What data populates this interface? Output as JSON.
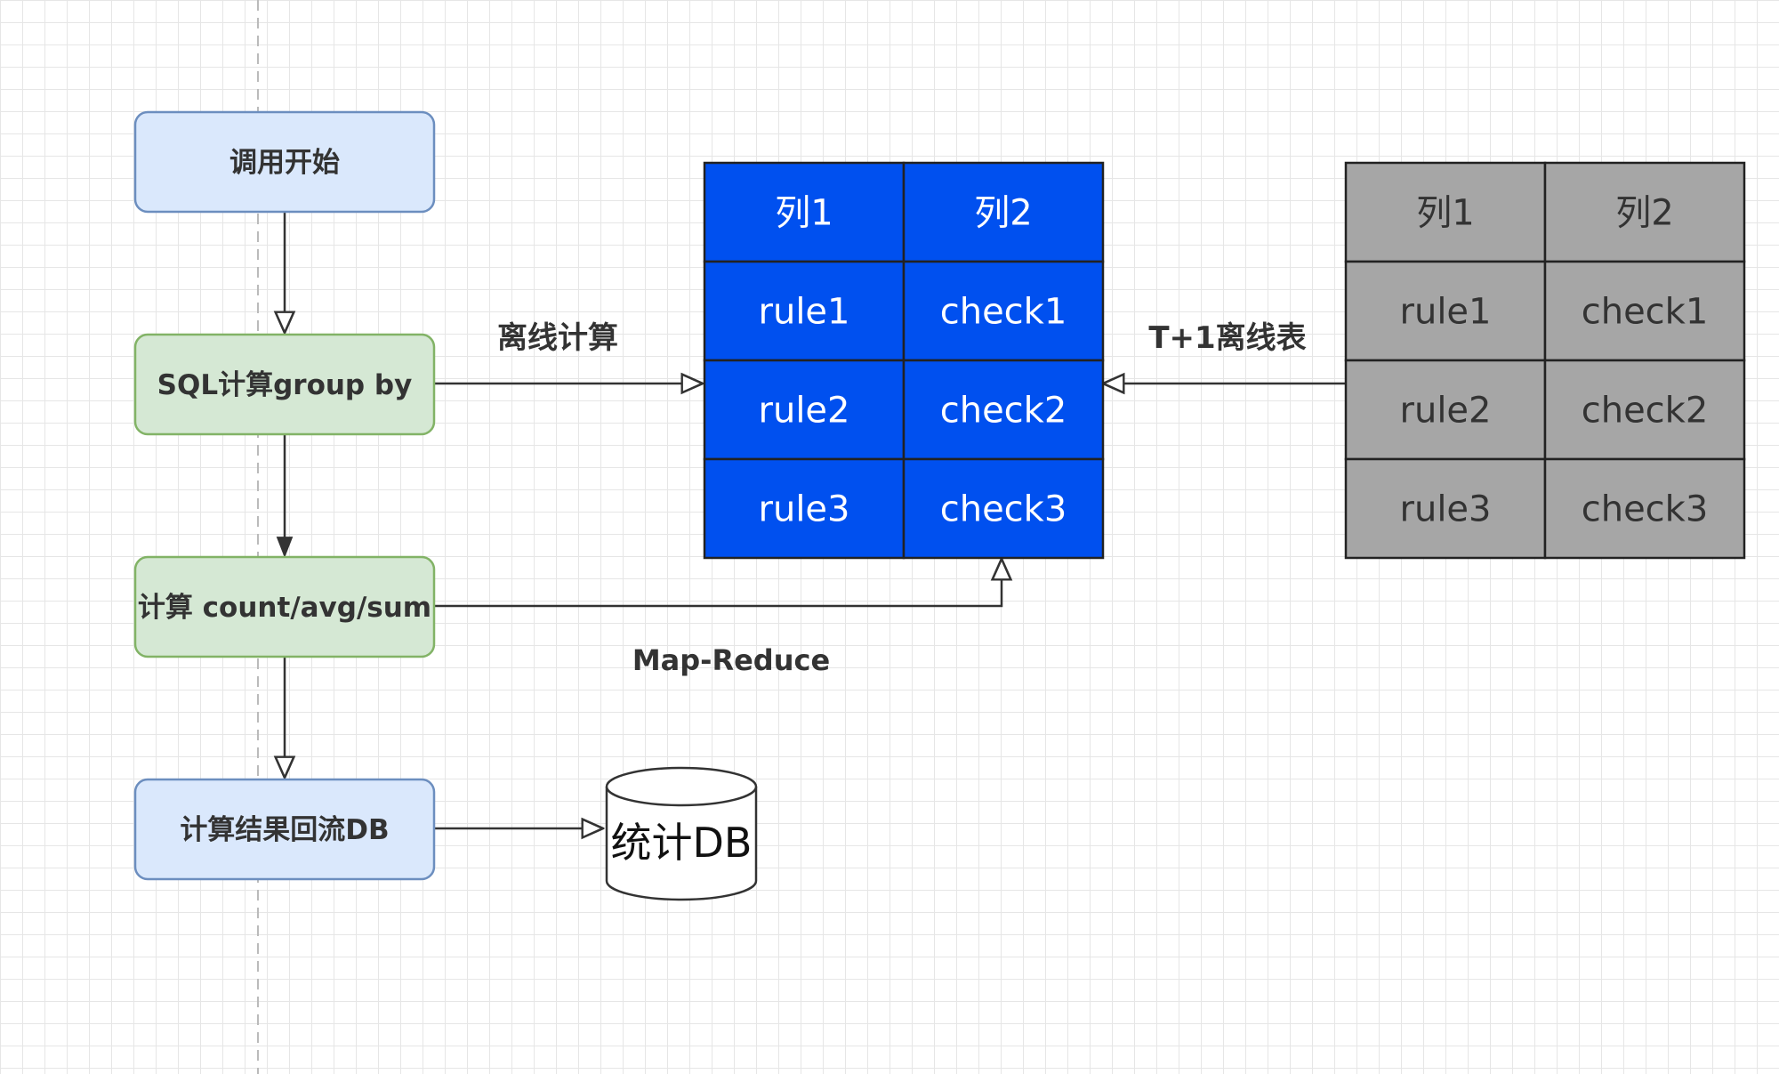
{
  "flow_nodes": [
    {
      "id": "start",
      "label": "调用开始",
      "fill": "#dae8fc",
      "stroke": "#6c8ebf"
    },
    {
      "id": "sql",
      "label": "SQL计算group by",
      "fill": "#d5e8d4",
      "stroke": "#82b366"
    },
    {
      "id": "calc",
      "label": "计算 count/avg/sum",
      "fill": "#d5e8d4",
      "stroke": "#82b366"
    },
    {
      "id": "flowback",
      "label": "计算结果回流DB",
      "fill": "#dae8fc",
      "stroke": "#6c8ebf"
    }
  ],
  "database": {
    "label": "统计DB"
  },
  "blue_table": {
    "header": [
      "列1",
      "列2"
    ],
    "rows": [
      [
        "rule1",
        "check1"
      ],
      [
        "rule2",
        "check2"
      ],
      [
        "rule3",
        "check3"
      ]
    ],
    "fill": "#0050ef",
    "text_color": "#ffffff"
  },
  "gray_table": {
    "header": [
      "列1",
      "列2"
    ],
    "rows": [
      [
        "rule1",
        "check1"
      ],
      [
        "rule2",
        "check2"
      ],
      [
        "rule3",
        "check3"
      ]
    ],
    "fill": "#a6a6a6",
    "text_color": "#333333"
  },
  "edge_labels": {
    "offline_calc": "离线计算",
    "t1_offline_table": "T+1离线表",
    "map_reduce": "Map-Reduce"
  },
  "colors": {
    "edge": "#333333",
    "grid": "#e6e6e6"
  }
}
